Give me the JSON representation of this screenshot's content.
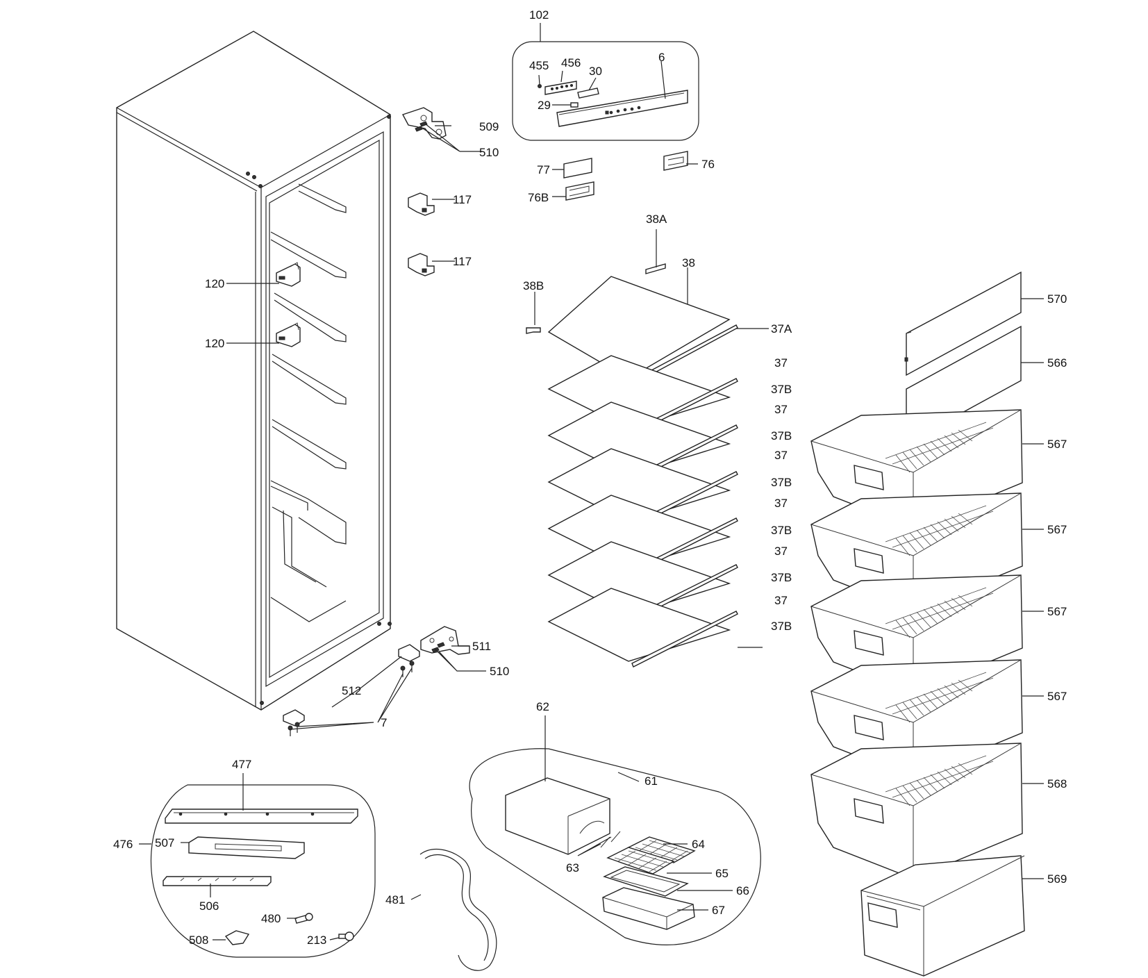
{
  "labels": [
    {
      "id": "c102",
      "text": "102"
    },
    {
      "id": "c455",
      "text": "455"
    },
    {
      "id": "c456",
      "text": "456"
    },
    {
      "id": "c30",
      "text": "30"
    },
    {
      "id": "c6",
      "text": "6"
    },
    {
      "id": "c29",
      "text": "29"
    },
    {
      "id": "c509",
      "text": "509"
    },
    {
      "id": "c510a",
      "text": "510"
    },
    {
      "id": "c77",
      "text": "77"
    },
    {
      "id": "c76",
      "text": "76"
    },
    {
      "id": "c76b",
      "text": "76B"
    },
    {
      "id": "c117a",
      "text": "117"
    },
    {
      "id": "c117b",
      "text": "117"
    },
    {
      "id": "c38a",
      "text": "38A"
    },
    {
      "id": "c38",
      "text": "38"
    },
    {
      "id": "c38b",
      "text": "38B"
    },
    {
      "id": "c120a",
      "text": "120"
    },
    {
      "id": "c120b",
      "text": "120"
    },
    {
      "id": "c37a",
      "text": "37A"
    },
    {
      "id": "c37_1",
      "text": "37"
    },
    {
      "id": "c37b_1",
      "text": "37B"
    },
    {
      "id": "c37_2",
      "text": "37"
    },
    {
      "id": "c37b_2",
      "text": "37B"
    },
    {
      "id": "c37_3",
      "text": "37"
    },
    {
      "id": "c37b_3",
      "text": "37B"
    },
    {
      "id": "c37_4",
      "text": "37"
    },
    {
      "id": "c37b_4",
      "text": "37B"
    },
    {
      "id": "c37_5",
      "text": "37"
    },
    {
      "id": "c37b_5",
      "text": "37B"
    },
    {
      "id": "c37_6",
      "text": "37"
    },
    {
      "id": "c37b_6",
      "text": "37B"
    },
    {
      "id": "c570",
      "text": "570"
    },
    {
      "id": "c566",
      "text": "566"
    },
    {
      "id": "c567a",
      "text": "567"
    },
    {
      "id": "c567b",
      "text": "567"
    },
    {
      "id": "c567c",
      "text": "567"
    },
    {
      "id": "c567d",
      "text": "567"
    },
    {
      "id": "c568",
      "text": "568"
    },
    {
      "id": "c569",
      "text": "569"
    },
    {
      "id": "c511",
      "text": "511"
    },
    {
      "id": "c510b",
      "text": "510"
    },
    {
      "id": "c512",
      "text": "512"
    },
    {
      "id": "c7",
      "text": "7"
    },
    {
      "id": "c62",
      "text": "62"
    },
    {
      "id": "c61",
      "text": "61"
    },
    {
      "id": "c64",
      "text": "64"
    },
    {
      "id": "c63",
      "text": "63"
    },
    {
      "id": "c65",
      "text": "65"
    },
    {
      "id": "c66",
      "text": "66"
    },
    {
      "id": "c67",
      "text": "67"
    },
    {
      "id": "c477",
      "text": "477"
    },
    {
      "id": "c476",
      "text": "476"
    },
    {
      "id": "c507",
      "text": "507"
    },
    {
      "id": "c506",
      "text": "506"
    },
    {
      "id": "c480",
      "text": "480"
    },
    {
      "id": "c508",
      "text": "508"
    },
    {
      "id": "c213",
      "text": "213"
    },
    {
      "id": "c481",
      "text": "481"
    }
  ]
}
